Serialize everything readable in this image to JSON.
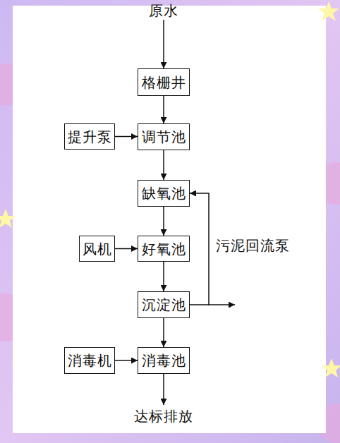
{
  "diagram": {
    "nodes": [
      {
        "text": [
          "原水"
        ]
      },
      {
        "text": [
          "格栅井"
        ]
      },
      {
        "text": [
          "提升泵"
        ]
      },
      {
        "text": [
          "调节池"
        ]
      },
      {
        "text": [
          "缺氧池"
        ]
      },
      {
        "text": [
          "风机"
        ]
      },
      {
        "text": [
          "好氧池"
        ]
      },
      {
        "text": [
          "沉淀池"
        ]
      },
      {
        "text": [
          "消毒机"
        ]
      },
      {
        "text": [
          "消毒池"
        ]
      },
      {
        "text": [
          "达标排放"
        ]
      }
    ],
    "edges": [
      {
        "from": 0,
        "to": 1,
        "arrow": "to"
      },
      {
        "from": 1,
        "to": 3,
        "arrow": "to"
      },
      {
        "from": 2,
        "to": 3,
        "arrow": "to"
      },
      {
        "from": 3,
        "to": 4,
        "arrow": "to"
      },
      {
        "from": 4,
        "to": 6,
        "arrow": "to"
      },
      {
        "from": 5,
        "to": 6,
        "arrow": "to"
      },
      {
        "from": 6,
        "to": 7,
        "arrow": "to"
      },
      {
        "from": 7,
        "to": 4,
        "label": "污泥回流泵",
        "arrow": "to"
      },
      {
        "from": 7,
        "to": 9,
        "arrow": "to"
      },
      {
        "from": 8,
        "to": 9,
        "arrow": "to"
      },
      {
        "from": 9,
        "to": 10,
        "arrow": "to"
      }
    ]
  }
}
